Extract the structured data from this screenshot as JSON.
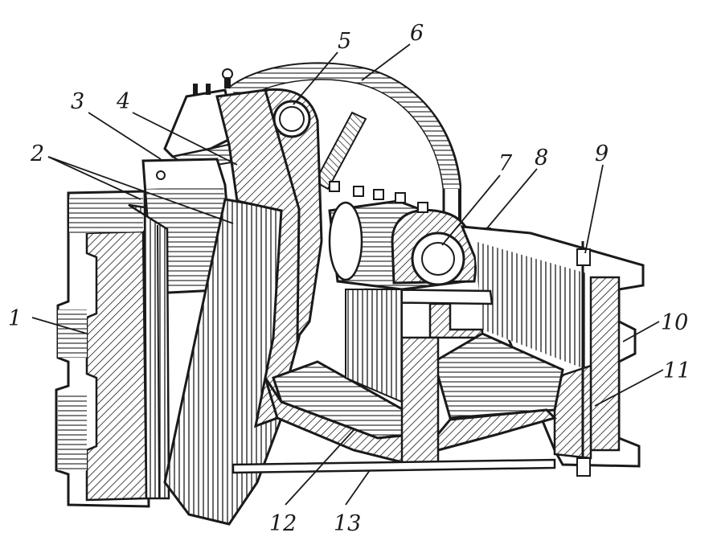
{
  "figure": {
    "callouts": [
      {
        "id": "1",
        "text": "1"
      },
      {
        "id": "2",
        "text": "2"
      },
      {
        "id": "3",
        "text": "3"
      },
      {
        "id": "4",
        "text": "4"
      },
      {
        "id": "5",
        "text": "5"
      },
      {
        "id": "6",
        "text": "6"
      },
      {
        "id": "7",
        "text": "7"
      },
      {
        "id": "8",
        "text": "8"
      },
      {
        "id": "9",
        "text": "9"
      },
      {
        "id": "10",
        "text": "10"
      },
      {
        "id": "11",
        "text": "11"
      },
      {
        "id": "12",
        "text": "12"
      },
      {
        "id": "13",
        "text": "13"
      }
    ],
    "colors": {
      "ink": "#1a1a1a",
      "paper": "#ffffff"
    }
  }
}
